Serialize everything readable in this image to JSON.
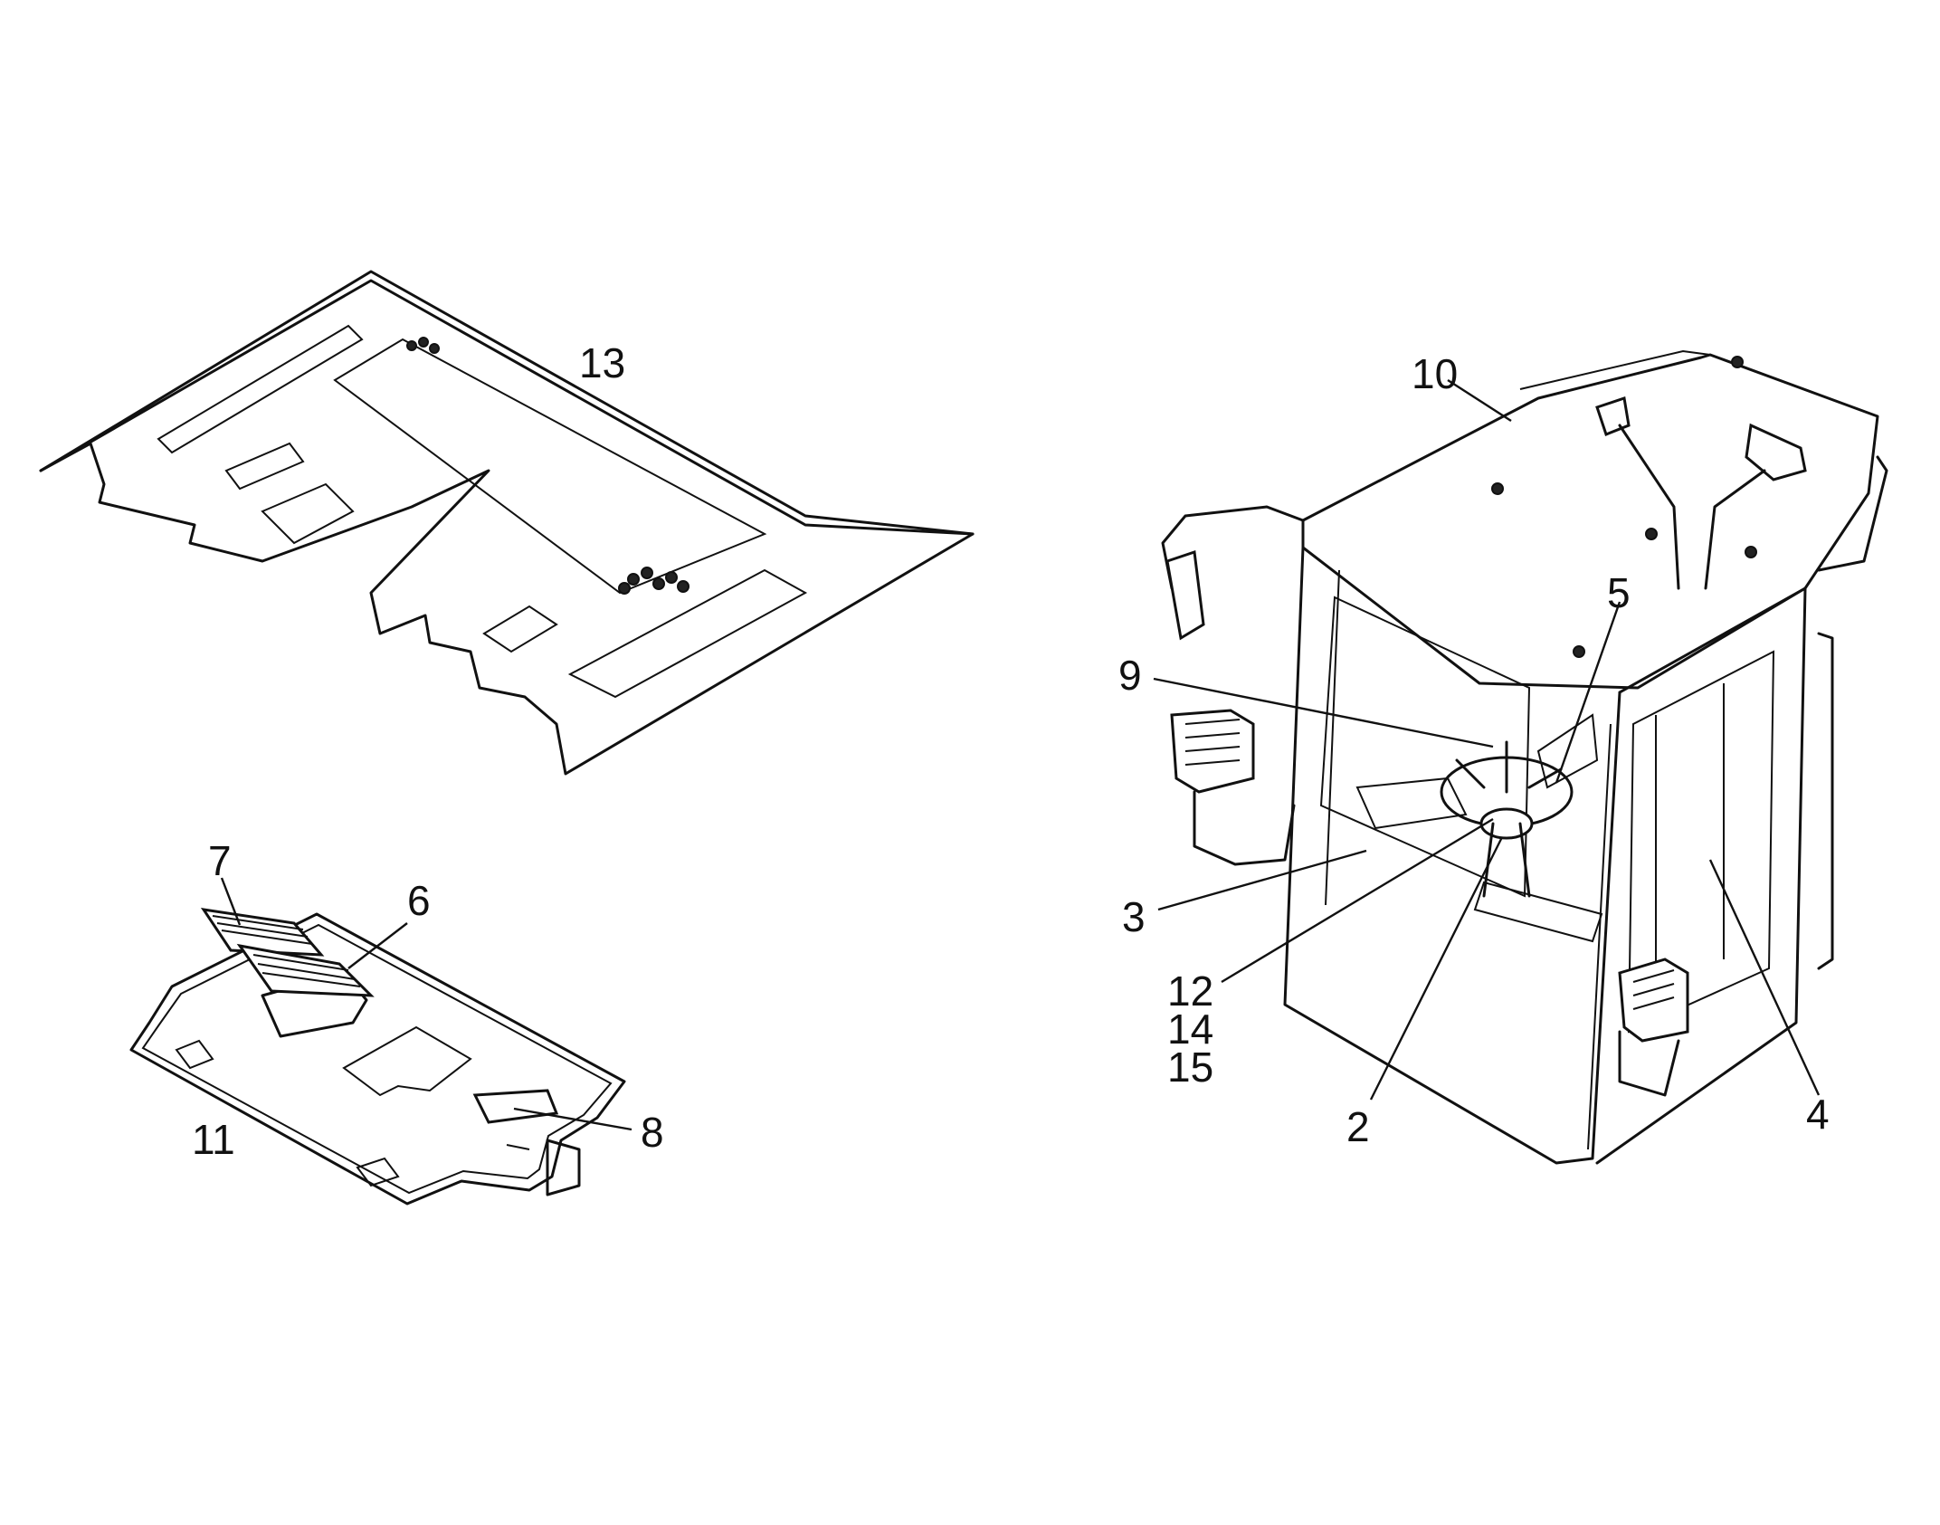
{
  "callouts": {
    "n13": "13",
    "n10": "10",
    "n5": "5",
    "n9": "9",
    "n7": "7",
    "n6": "6",
    "n3": "3",
    "n12": "12",
    "n14": "14",
    "n15": "15",
    "n2": "2",
    "n4": "4",
    "n11": "11",
    "n8": "8"
  }
}
